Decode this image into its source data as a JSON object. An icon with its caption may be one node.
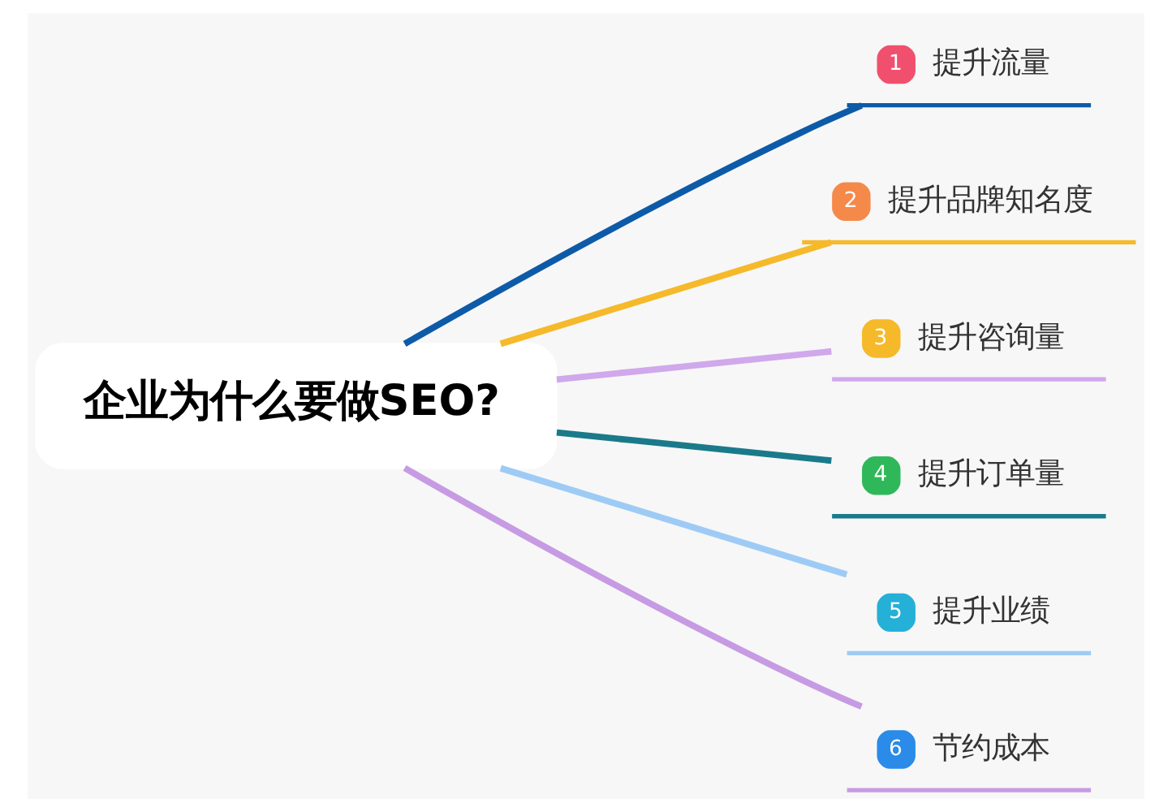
{
  "diagram": {
    "nodes": [
      {
        "text": [
          "企业为什么要做SEO?"
        ]
      },
      {
        "text": [
          "1",
          "提升流量"
        ]
      },
      {
        "text": [
          "2",
          "提升品牌知名度"
        ]
      },
      {
        "text": [
          "3",
          "提升咨询量"
        ]
      },
      {
        "text": [
          "4",
          "提升订单量"
        ]
      },
      {
        "text": [
          "5",
          "提升业绩"
        ]
      },
      {
        "text": [
          "6",
          "节约成本"
        ]
      }
    ],
    "edges": [
      {
        "from": 0,
        "to": 1,
        "arrow": "none",
        "color": "#0d5ba8"
      },
      {
        "from": 0,
        "to": 2,
        "arrow": "none",
        "color": "#f5b92a"
      },
      {
        "from": 0,
        "to": 3,
        "arrow": "none",
        "color": "#d0a8ec"
      },
      {
        "from": 0,
        "to": 4,
        "arrow": "none",
        "color": "#1a7a8a"
      },
      {
        "from": 0,
        "to": 5,
        "arrow": "none",
        "color": "#9ecbf5"
      },
      {
        "from": 0,
        "to": 6,
        "arrow": "none",
        "color": "#c79be3"
      }
    ]
  }
}
